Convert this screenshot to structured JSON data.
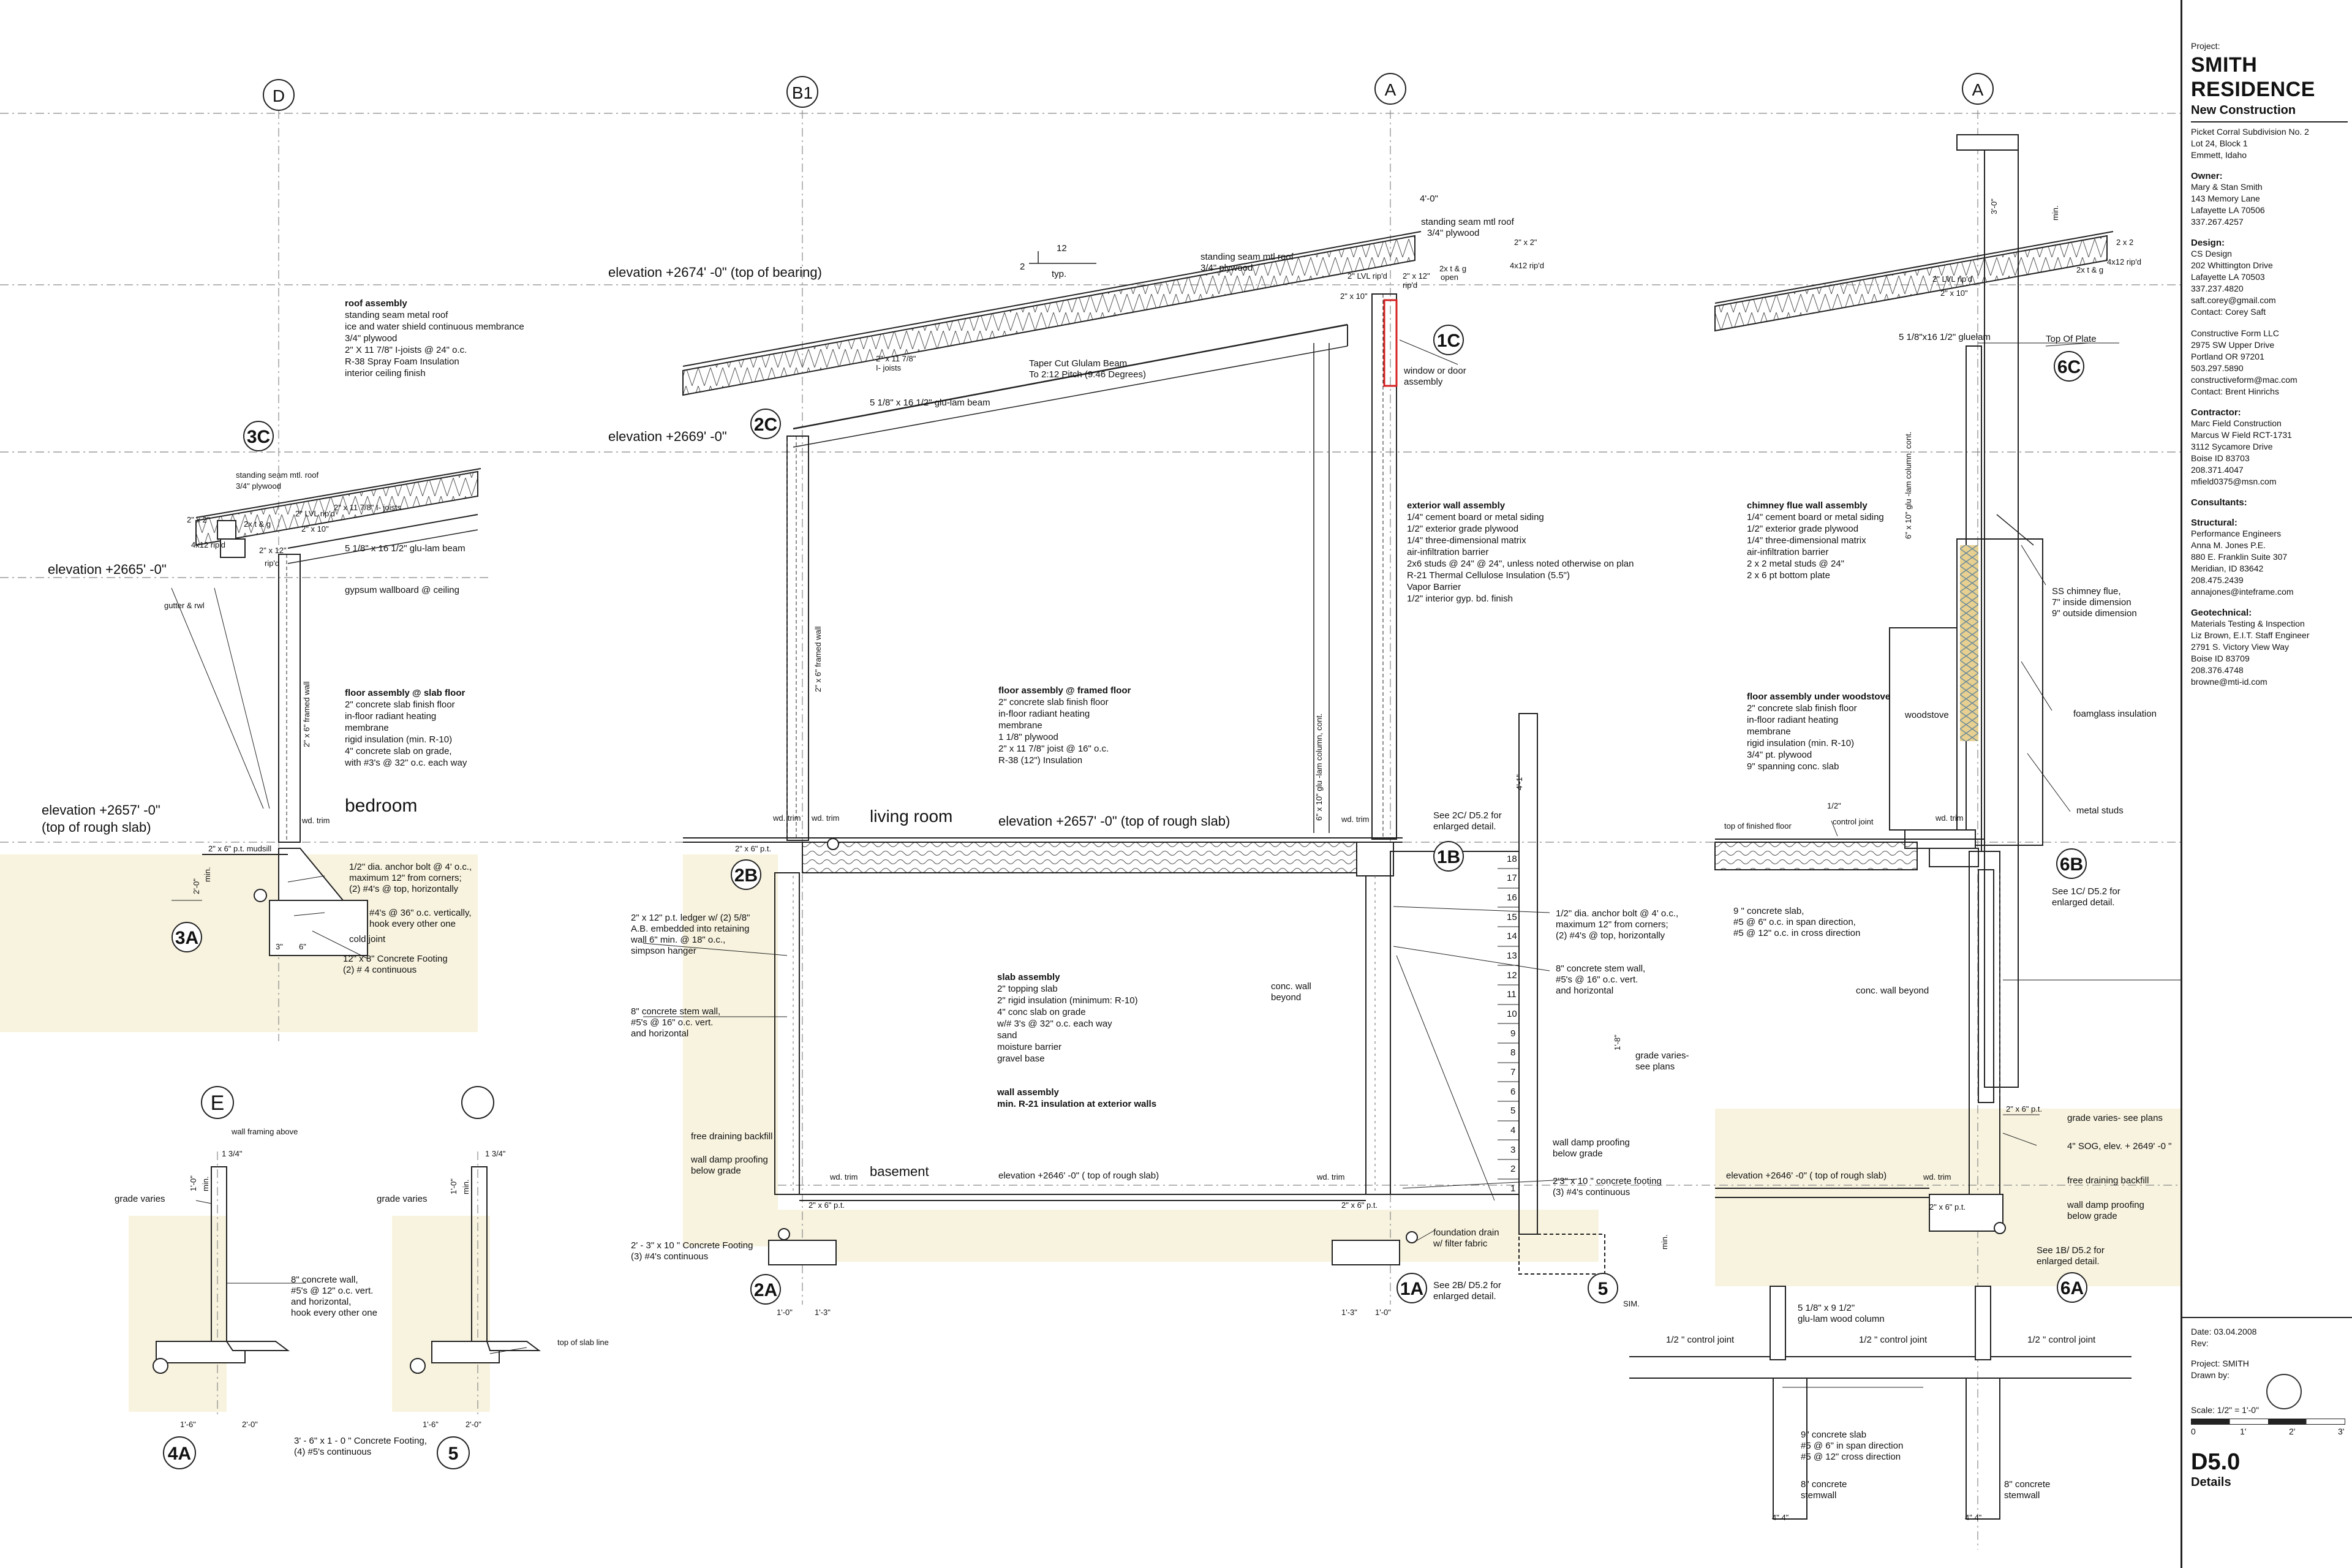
{
  "grid_labels": {
    "D": "D",
    "B1": "B1",
    "A1": "A",
    "A2": "A",
    "E": "E",
    "blank": ""
  },
  "detail_tags": {
    "t3C": "3C",
    "t2C": "2C",
    "t1C": "1C",
    "t6C": "6C",
    "t3A": "3A",
    "t2B": "2B",
    "t1B": "1B",
    "t6B": "6B",
    "t2A": "2A",
    "t1A": "1A",
    "t5a": "5",
    "t6A": "6A",
    "t4A": "4A",
    "t5b": "5"
  },
  "elevations": {
    "e1": "elevation +2674' -0\" (top of bearing)",
    "e2": "elevation +2669' -0\"",
    "e3": "elevation +2665' -0\"",
    "e4": "elevation +2657' -0\"",
    "e4b": "(top of rough slab)",
    "e5": "elevation +2657' -0\" (top of rough slab)",
    "e6": "elevation +2646' -0\" ( top of rough slab)",
    "e7": "elevation +2646' -0\" ( top of rough slab)"
  },
  "rooms": {
    "bedroom": "bedroom",
    "living": "living room",
    "basement": "basement",
    "woodstove": "woodstove"
  },
  "roof_assembly": {
    "title": "roof assembly",
    "lines": [
      "standing seam metal roof",
      "ice and water shield continuous membrance",
      "3/4\" plywood",
      "2\" X 11 7/8\" I-joists @ 24\" o.c.",
      "R-38 Spray Foam Insulation",
      "interior ceiling finish"
    ]
  },
  "floor_slab": {
    "title": "floor assembly @ slab floor",
    "lines": [
      "2\" concrete slab finish floor",
      "in-floor radiant heating",
      "membrane",
      "rigid insulation (min. R-10)",
      "4\" concrete slab on grade,",
      "with #3's @ 32\" o.c. each way"
    ]
  },
  "floor_framed": {
    "title": "floor assembly @ framed floor",
    "lines": [
      "2\" concrete slab finish floor",
      "in-floor radiant heating",
      "membrane",
      "1 1/8\" plywood",
      "2\" x 11 7/8\" joist @ 16\" o.c.",
      "R-38 (12\") Insulation"
    ]
  },
  "ext_wall": {
    "title": "exterior wall assembly",
    "lines": [
      "1/4\" cement board or metal siding",
      "1/2\" exterior grade plywood",
      "1/4\" three-dimensional matrix",
      "air-infiltration barrier",
      "2x6 studs @ 24\" @ 24\", unless noted otherwise on plan",
      "R-21 Thermal Cellulose Insulation (5.5\")",
      "Vapor Barrier",
      "1/2\" interior gyp. bd. finish"
    ]
  },
  "chimney": {
    "title": "chimney flue wall assembly",
    "lines": [
      "1/4\" cement board or metal siding",
      "1/2\" exterior grade plywood",
      "1/4\" three-dimensional matrix",
      "air-infiltration barrier",
      "2 x 2 metal studs @ 24\"",
      "2 x 6 pt bottom plate"
    ]
  },
  "floor_woodstove": {
    "title": "floor assembly under woodstove",
    "lines": [
      "2\" concrete slab finish floor",
      "in-floor radiant heating",
      "membrane",
      "rigid insulation (min. R-10)",
      "3/4\" pt. plywood",
      "9\" spanning conc. slab"
    ]
  },
  "slab_assembly": {
    "title": "slab assembly",
    "lines": [
      "2\" topping slab",
      "2\" rigid insulation (minimum: R-10)",
      "4\" conc slab on grade",
      "w/# 3's @  32\" o.c. each way",
      "sand",
      "moisture barrier",
      "gravel base"
    ]
  },
  "wall_assembly_note": {
    "title": "wall assembly",
    "line": "min. R-21 insulation at exterior walls"
  },
  "labels": {
    "pitch12": "12",
    "pitch2": "2",
    "typ": "typ.",
    "roof_sm": "standing seam mtl roof",
    "roof_ply": "3/4\" plywood",
    "roof_sm2": "standing seam mtl roof",
    "roof_ply2": "3/4\" plywood",
    "dim40": "4'-0\"",
    "sm3": "standing seam mtl. roof",
    "ply3": "3/4\" plywood",
    "ij3": "2\" x 11 7/8\" I- joists",
    "c2x2a": "2\" x 2\"",
    "c2x4": "2x t & g",
    "c4x12": "4x12 rip'd",
    "lvl": "2\" LVL rip'd",
    "c2x10": "2\" x 10\"",
    "c2x12": "2\" x 12\"",
    "ripd": "rip'd",
    "glulam3": "5 1/8\" x 16 1/2\" glu-lam beam",
    "gutter": "gutter & rwl",
    "gyp": "gypsum wallboard @ ceiling",
    "fw26": "2\" x 6\" framed wall",
    "wdtrim": "wd. trim",
    "mudsill": "2\" x 6\" p.t. mudsill",
    "anchor": "1/2\" dia. anchor bolt @ 4' o.c.,",
    "anchor2": "maximum 12\" from corners;",
    "anchor3": "(2) #4's @ top, horizontally",
    "vert": "#4's @ 36\" o.c. vertically,",
    "hook": "hook every other one",
    "cold": "cold joint",
    "footing": "12\" x  8\" Concrete Footing",
    "footing2": "(2) # 4 continuous",
    "min": "min.",
    "d20": "2'-0\"",
    "d3": "3\"",
    "d6": "6\"",
    "ij2": "2\" x 11 7/8\"",
    "ij2b": "I- joists",
    "taper": "Taper Cut Glulam Beam",
    "taper2": "To 2:12 Pitch (9.46 Degrees)",
    "glulam2": "5 1/8\" x 16 1/2\" glu-lam beam",
    "sm_1c": "standing seam mtl roof",
    "ply_1c": "3/4\" plywood",
    "lvl1c": "2\" LVL rip'd",
    "c2x12_1c": "2\" x 12\"",
    "c2x10_1c": "2\" x 10\"",
    "ripd1c": "rip'd",
    "tg1c": "2x t & g",
    "open": "open",
    "c4x12_1c": "4x12 rip'd",
    "wod": "window or door",
    "assembly": "assembly",
    "fw26b": "2\" x 6\" framed wall",
    "col": "6\" x 10\" glu -lam column, cont.",
    "ledger1": "2\" x 12\" p.t. ledger  w/ (2) 5/8\"",
    "ledger2": "A.B. embedded into retaining",
    "ledger3": "wall 6\" min. @ 18\" o.c.,",
    "ledger4": "simpson hanger",
    "stem1": "8\" concrete stem wall,",
    "stem2": "#5's @ 16\" o.c. vert.",
    "stem3": "and horizontal",
    "fdb": "free draining backfill",
    "damp1": "wall damp proofing",
    "damp2": "below grade",
    "ftg2a1": "2' - 3\" x  10 \" Concrete Footing",
    "ftg2a2": "(3) #4's continuous",
    "d10": "1'-0\"",
    "d13": "1'-3\"",
    "d13b": "1'-3\"",
    "d10b": "1'-0\"",
    "conc": "conc. wall",
    "beyond": "beyond",
    "see2c1": "See 2C/ D5.2 for",
    "see2c2": "enlarged detail.",
    "anchorB1": "1/2\" dia. anchor bolt @ 4' o.c.,",
    "anchorB2": "maximum 12\" from corners;",
    "anchorB3": "(2) #4's @ top, horizontally",
    "stemB1": "8\" concrete stem wall,",
    "stemB2": "#5's @ 16\" o.c. vert.",
    "stemB3": "and horizontal",
    "grade1": "grade varies-",
    "grade2": "see plans",
    "damp3": "wall damp proofing",
    "damp4": "below grade",
    "ftgR1": "2'3\" x 10 \" concrete footing",
    "ftgR2": "(3) #4's continuous",
    "drain1": "foundation drain",
    "drain2": "w/ filter fabric",
    "see2b1": "See 2B/ D5.2 for",
    "see2b2": "enlarged detail.",
    "sim": "SIM.",
    "d41": "4'-1\"",
    "d18": "1'-8\"",
    "topplate": "Top Of Plate",
    "glulamR": "5 1/8\"x16 1/2\" gluelam",
    "lvlR": "2\" LVL rip'd",
    "c2x10R": "2\" x 10\"",
    "c2x2R": "2 x 2",
    "tgR": "2x t & g",
    "c4x12R": "4x12 rip'd",
    "d30": "3'-0\"",
    "colR": "6\" x 10\" glu -lam column, cont.",
    "flue1": "SS chimney flue,",
    "flue2": "7\" inside dimension",
    "flue3": "9\" outside dimension",
    "foamglass": "foamglass insulation",
    "metalstuds": "metal studs",
    "control": "control joint",
    "c12": "1/2\"",
    "finished": "top of finished floor",
    "see1c1": "See 1C/ D5.2 for",
    "see1c2": "enlarged detail.",
    "slab9a": "9 \" concrete slab,",
    "slab9b": "#5 @ 6\" o.c. in span direction,",
    "slab9c": "#5 @ 12\" o.c. in cross direction",
    "concR": "conc. wall beyond",
    "gradeR": "grade varies- see plans",
    "sog": "4\" SOG, elev. + 2649' -0 \"",
    "fdbR": "free draining backfill",
    "dampR1": "wall damp proofing",
    "dampR2": "below grade",
    "see1b1": "See 1B/ D5.2 for",
    "see1b2": "enlarged detail.",
    "c26pt": "2\" x 6\" p.t.",
    "cj1": "1/2 \" control joint",
    "cj2": "1/2 \" control joint",
    "cj3": "1/2 \" control joint",
    "gl1": "5 1/8\" x 9 1/2\"",
    "gl2": "glu-lam wood column",
    "sl1": "9\" concrete slab",
    "sl2": "#5 @ 6\" in span direction",
    "sl3": "#5 @ 12\" cross direction",
    "sw1": "8\" concrete",
    "sw2": "stemwall",
    "sw3": "8\" concrete",
    "sw4": "stemwall",
    "d44": "4\" 4\"",
    "d44b": "4\" 4\"",
    "wfa": "wall framing above",
    "d134": "1 3/4\"",
    "d134b": "1 3/4\"",
    "d10c": "1'-0\"",
    "d10d": "1'-0\"",
    "minE": "min.",
    "minE2": "min.",
    "gv1": "grade varies",
    "gv2": "grade varies",
    "cw1": "8\" concrete wall,",
    "cw2": "#5's @ 12\" o.c. vert.",
    "cw3": "and horizontal,",
    "cw4": "hook every other one",
    "tsl": "top of slab line",
    "d16": "1'-6\"",
    "d20b": "2'-0\"",
    "d16b": "1'-6\"",
    "d20c": "2'-0\"",
    "ftgE1": "3' - 6\" x  1 - 0 \" Concrete Footing,",
    "ftgE2": "(4) #5's continuous",
    "n1": "1",
    "n2": "2",
    "n3": "3",
    "n4": "4",
    "n5": "5",
    "n6": "6",
    "n7": "7",
    "n8": "8",
    "n9": "9",
    "n10": "10",
    "n11": "11",
    "n12": "12",
    "n13": "13",
    "n14": "14",
    "n15": "15",
    "n16": "16",
    "n17": "17",
    "n18": "18",
    "minV": "min.",
    "c26a": "2\" x 6\" p.t.",
    "c26b": "2\" x 6\" p.t.",
    "c26c": "2\" x 6\" p.t.",
    "c26d": "2\" x 6\" p.t.",
    "c26e": "2\" x 6\" p.t."
  },
  "title_block": {
    "project_label": "Project:",
    "name1": "SMITH",
    "name2": "RESIDENCE",
    "subtitle": "New Construction",
    "lot": [
      "Picket Corral Subdivision No. 2",
      "Lot 24, Block 1",
      "Emmett, Idaho"
    ],
    "owner_h": "Owner:",
    "owner": [
      "Mary & Stan Smith",
      "143 Memory Lane",
      "Lafayette LA 70506",
      "337.267.4257"
    ],
    "design_h": "Design:",
    "design": [
      "CS Design",
      "202 Whittington Drive",
      "Lafayette LA 70503",
      "337.237.4820",
      "saft.corey@gmail.com",
      "Contact: Corey Saft"
    ],
    "cf": [
      "Constructive Form LLC",
      "2975 SW Upper Drive",
      "Portland OR 97201",
      "503.297.5890",
      "constructiveform@mac.com",
      "Contact: Brent Hinrichs"
    ],
    "contractor_h": "Contractor:",
    "contractor": [
      "Marc Field Construction",
      "Marcus W Field RCT-1731",
      "3112 Sycamore Drive",
      "Boise ID 83703",
      "208.371.4047",
      "mfield0375@msn.com"
    ],
    "consultants_h": "Consultants:",
    "structural_h": "Structural:",
    "structural": [
      "Performance Engineers",
      "Anna M. Jones P.E.",
      "880 E. Franklin Suite 307",
      "Meridian, ID 83642",
      "208.475.2439",
      "annajones@inteframe.com"
    ],
    "geotech_h": "Geotechnical:",
    "geotech": [
      "Materials Testing & Inspection",
      "Liz Brown, E.I.T. Staff Engineer",
      "2791 S. Victory View Way",
      "Boise ID 83709",
      "208.376.4748",
      "browne@mti-id.com"
    ],
    "date": "Date: 03.04.2008",
    "rev": "Rev:",
    "project": "Project: SMITH",
    "drawn": "Drawn by:",
    "scale": "Scale: 1/2\" = 1'-0\"",
    "scale_nums": [
      "0",
      "1'",
      "2'",
      "3'"
    ],
    "sheet": "D5.0",
    "sheet_title": "Details"
  }
}
